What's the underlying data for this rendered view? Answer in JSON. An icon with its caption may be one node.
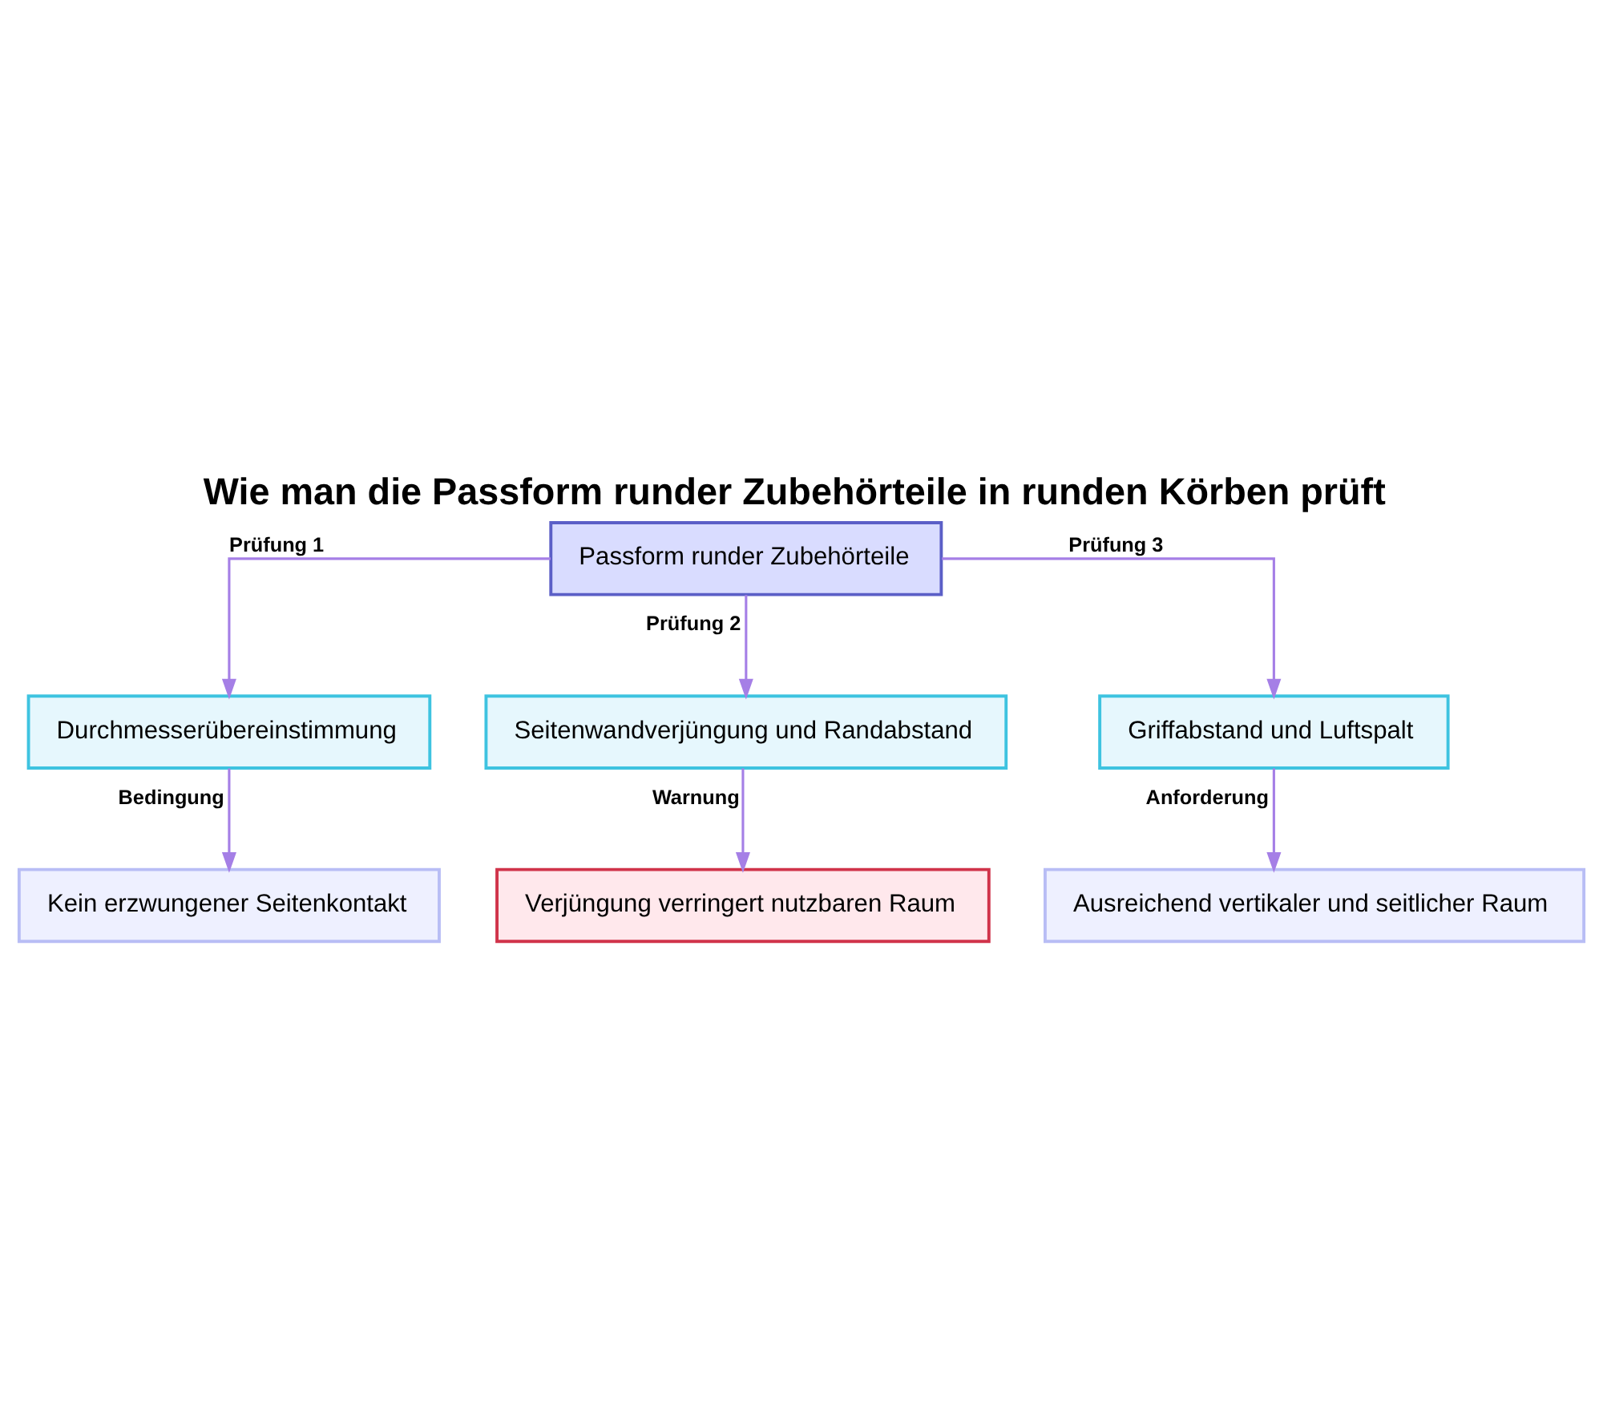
{
  "diagram": {
    "title": "Wie man die Passform runder Zubehörteile in runden Körben prüft",
    "nodes": [
      {
        "text": [
          "Passform runder Zubehörteile"
        ]
      },
      {
        "text": [
          "Durchmesserübereinstimmung"
        ]
      },
      {
        "text": [
          "Seitenwandverjüngung und Randabstand"
        ]
      },
      {
        "text": [
          "Griffabstand und Luftspalt"
        ]
      },
      {
        "text": [
          "Kein erzwungener Seitenkontakt"
        ]
      },
      {
        "text": [
          "Verjüngung verringert nutzbaren Raum"
        ]
      },
      {
        "text": [
          "Ausreichend vertikaler und seitlicher Raum"
        ]
      }
    ],
    "edges": [
      {
        "from": 0,
        "to": 1,
        "arrow": "to",
        "label": "Prüfung 1"
      },
      {
        "from": 0,
        "to": 2,
        "arrow": "to",
        "label": "Prüfung 2"
      },
      {
        "from": 0,
        "to": 3,
        "arrow": "to",
        "label": "Prüfung 3"
      },
      {
        "from": 1,
        "to": 4,
        "arrow": "to",
        "label": "Bedingung"
      },
      {
        "from": 2,
        "to": 5,
        "arrow": "to",
        "label": "Warnung"
      },
      {
        "from": 3,
        "to": 6,
        "arrow": "to",
        "label": "Anforderung"
      }
    ]
  }
}
